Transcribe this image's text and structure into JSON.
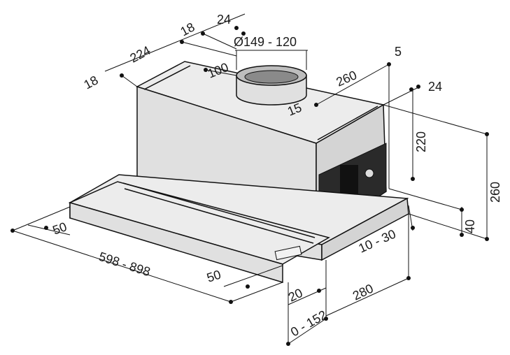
{
  "diagram": {
    "dimensions": {
      "d_18_left": "18",
      "d_224": "224",
      "d_18_top": "18",
      "d_24_top": "24",
      "d_diameter": "Ø149 - 120",
      "d_100": "100",
      "d_5": "5",
      "d_260_top": "260",
      "d_24_right": "24",
      "d_15": "15",
      "d_220": "220",
      "d_260_right": "260",
      "d_40": "40",
      "d_10_30": "10 - 30",
      "d_50_left": "50",
      "d_598_898": "598 - 898",
      "d_50_bottom": "50",
      "d_20": "20",
      "d_280": "280",
      "d_0_152": "0 - 152"
    }
  }
}
